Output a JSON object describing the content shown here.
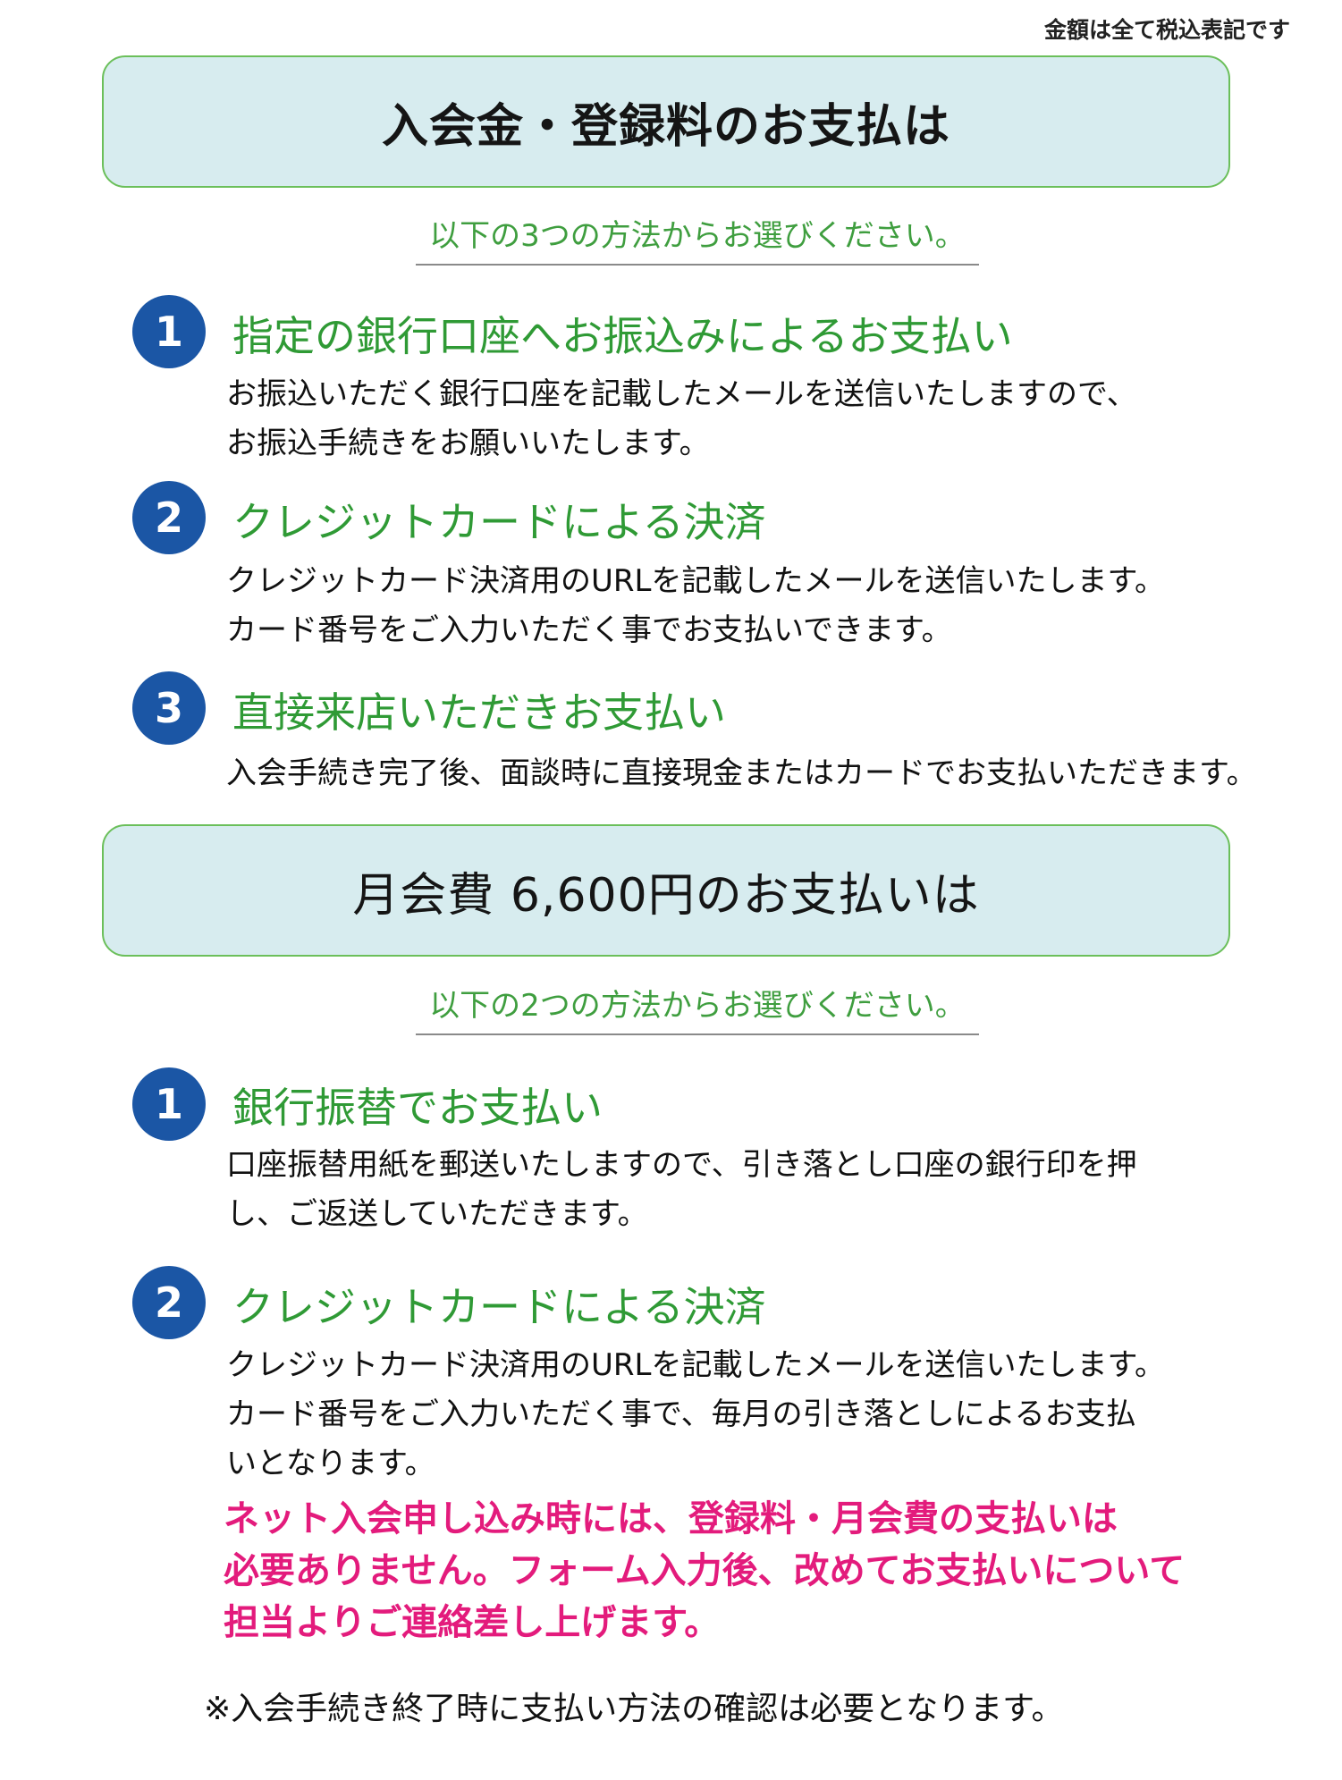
{
  "tax_note": "金額は全て税込表記です",
  "section1": {
    "title": "入会金・登録料のお支払は",
    "choose": "以下の3つの方法からお選びください。",
    "methods": [
      {
        "number": "1",
        "title": "指定の銀行口座へお振込みによるお支払い",
        "lines": [
          "お振込いただく銀行口座を記載したメールを送信いたしますので、",
          "お振込手続きをお願いいたします。"
        ]
      },
      {
        "number": "2",
        "title": "クレジットカードによる決済",
        "lines": [
          "クレジットカード決済用のURLを記載したメールを送信いたします。",
          "カード番号をご入力いただく事でお支払いできます。"
        ]
      },
      {
        "number": "3",
        "title": "直接来店いただきお支払い",
        "lines": [
          "入会手続き完了後、面談時に直接現金またはカードでお支払いただきます。"
        ]
      }
    ]
  },
  "section2": {
    "title": "月会費 6,600円のお支払いは",
    "choose": "以下の2つの方法からお選びください。",
    "methods": [
      {
        "number": "1",
        "title": "銀行振替でお支払い",
        "lines": [
          "口座振替用紙を郵送いたしますので、引き落とし口座の銀行印を押",
          "し、ご返送していただきます。"
        ]
      },
      {
        "number": "2",
        "title": "クレジットカードによる決済",
        "lines": [
          "クレジットカード決済用のURLを記載したメールを送信いたします。",
          "カード番号をご入力いただく事で、毎月の引き落としによるお支払",
          "いとなります。"
        ]
      }
    ]
  },
  "notice_lines": [
    "ネット入会申し込み時には、登録料・月会費の支払いは",
    "必要ありません。フォーム入力後、改めてお支払いについて",
    "担当よりご連絡差し上げます。"
  ],
  "footnote": "※入会手続き終了時に支払い方法の確認は必要となります。",
  "colors": {
    "box_bg": "#d7ecef",
    "box_border": "#6bbf5a",
    "method_title": "#2f9a35",
    "number_circle": "#1b56a5",
    "notice": "#e31b7c"
  }
}
